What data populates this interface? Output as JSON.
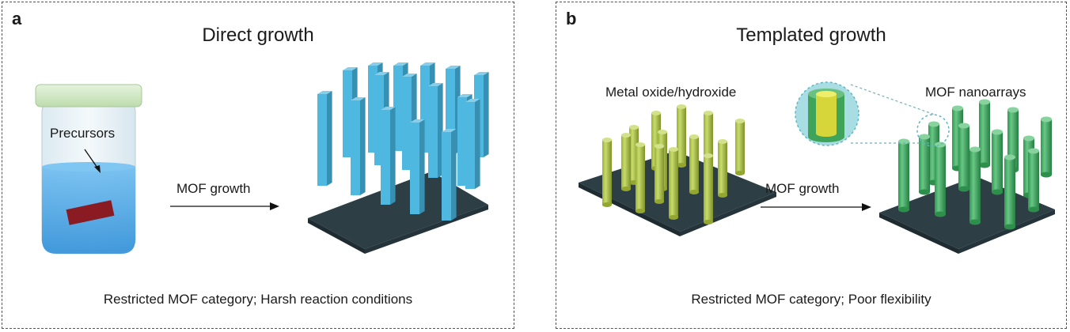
{
  "panel_a": {
    "letter": "a",
    "title": "Direct  growth",
    "precursors_label": "Precursors",
    "arrow_label": "MOF growth",
    "caption": "Restricted MOF category; Harsh reaction conditions"
  },
  "panel_b": {
    "letter": "b",
    "title": "Templated growth",
    "template_label": "Metal oxide/hydroxide",
    "arrow_label": "MOF growth",
    "product_label": "MOF nanoarrays",
    "caption": "Restricted MOF category; Poor flexibility"
  },
  "colors": {
    "substrate": "#2d3e45",
    "blue_rod": "#45b4de",
    "template_rod": "#b6cf3c",
    "mof_rod": "#37b45e",
    "vial_liquid": "#4c9fe0",
    "vial_cap": "#cfe8c4",
    "wafer": "#8a1b22",
    "zoom_circle": "#5ab8c4"
  }
}
